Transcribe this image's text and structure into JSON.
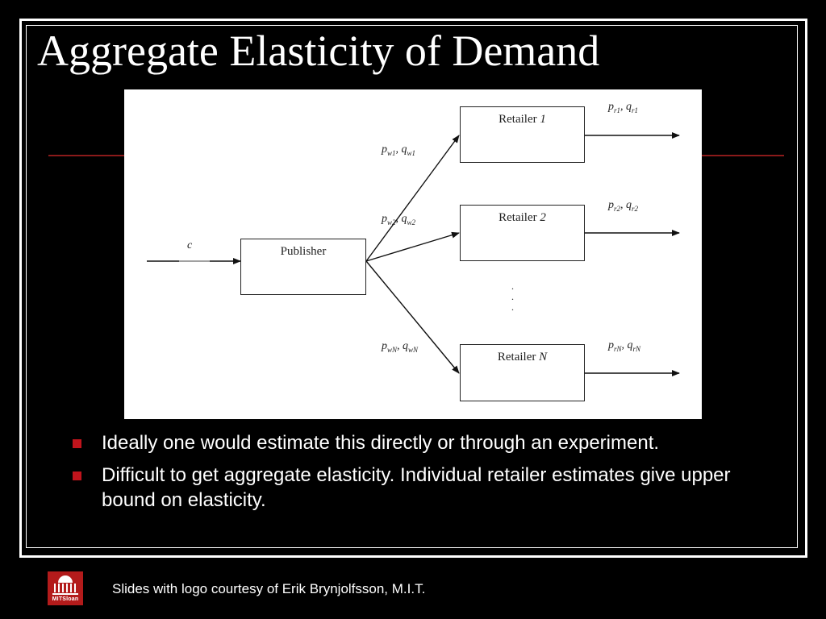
{
  "slide": {
    "title": "Aggregate Elasticity of Demand",
    "footer": "Slides with logo courtesy of Erik Brynjolfsson, M.I.T.",
    "logo_text": "MITSloan",
    "bullets": [
      "Ideally one would estimate this directly or through an experiment.",
      "Difficult to get aggregate elasticity. Individual retailer estimates give upper bound on elasticity."
    ]
  },
  "diagram": {
    "input_label": "c",
    "publisher": {
      "label": "Publisher"
    },
    "retailers": [
      {
        "word": "Retailer",
        "index": "1",
        "wholesale": {
          "p": "p",
          "p_sub": "w1",
          "q": "q",
          "q_sub": "w1"
        },
        "retail": {
          "p": "p",
          "p_sub": "r1",
          "q": "q",
          "q_sub": "r1"
        }
      },
      {
        "word": "Retailer",
        "index": "2",
        "wholesale": {
          "p": "p",
          "p_sub": "w2",
          "q": "q",
          "q_sub": "w2"
        },
        "retail": {
          "p": "p",
          "p_sub": "r2",
          "q": "q",
          "q_sub": "r2"
        }
      },
      {
        "word": "Retailer",
        "index": "N",
        "wholesale": {
          "p": "p",
          "p_sub": "wN",
          "q": "q",
          "q_sub": "wN"
        },
        "retail": {
          "p": "p",
          "p_sub": "rN",
          "q": "q",
          "q_sub": "rN"
        }
      }
    ],
    "ellipsis": ".\n.\n."
  },
  "colors": {
    "background": "#000000",
    "title_rule": "#8b1a1a",
    "bullet": "#c0141c",
    "logo": "#b31b1b"
  }
}
